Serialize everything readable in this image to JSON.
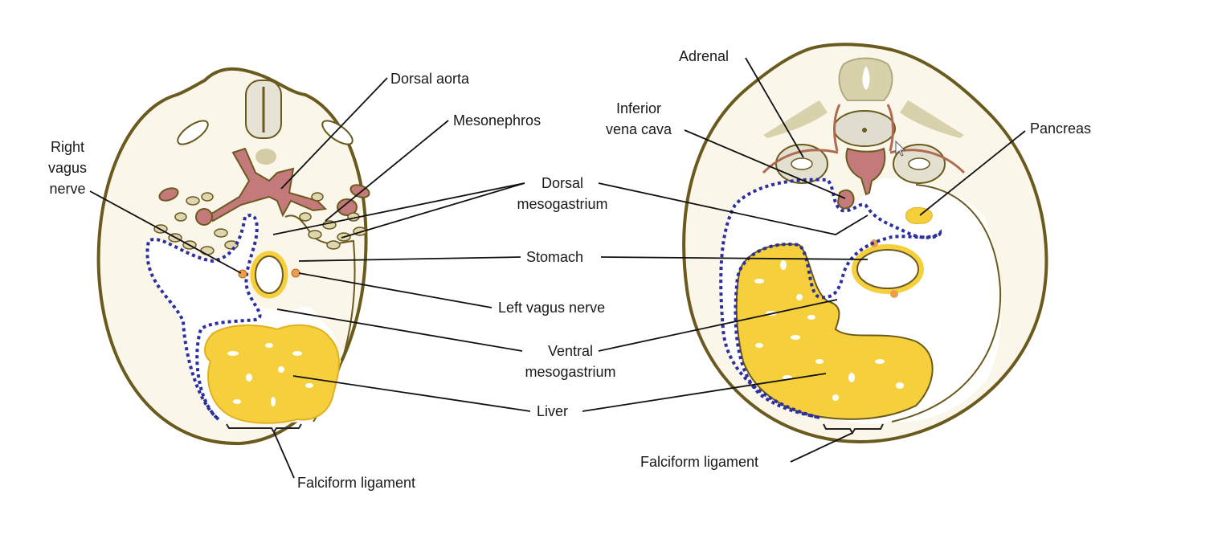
{
  "colors": {
    "body_fill": "#faf6ea",
    "outline": "#6b5a1e",
    "liver": "#f6cf3c",
    "aorta": "#c47a7a",
    "peritoneum_dotted": "#2b2fa0",
    "bone": "#d8d2ac",
    "vagus": "#e8a04a"
  },
  "left_panel": {
    "labels": {
      "dorsal_aorta": "Dorsal aorta",
      "mesonephros": "Mesonephros",
      "right_vagus_line1": "Right",
      "right_vagus_line2": "vagus",
      "right_vagus_line3": "nerve",
      "falciform": "Falciform ligament"
    }
  },
  "center_labels": {
    "dorsal_mesogastrium_line1": "Dorsal",
    "dorsal_mesogastrium_line2": "mesogastrium",
    "stomach": "Stomach",
    "left_vagus": "Left vagus nerve",
    "ventral_mesogastrium_line1": "Ventral",
    "ventral_mesogastrium_line2": "mesogastrium",
    "liver": "Liver"
  },
  "right_panel": {
    "labels": {
      "adrenal": "Adrenal",
      "ivc_line1": "Inferior",
      "ivc_line2": "vena cava",
      "pancreas": "Pancreas",
      "falciform": "Falciform ligament"
    }
  }
}
